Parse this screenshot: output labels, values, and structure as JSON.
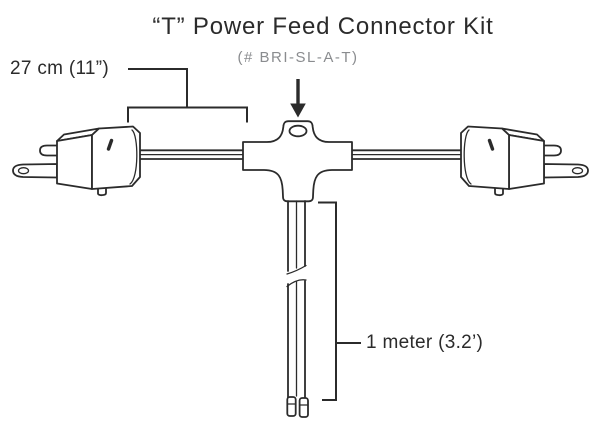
{
  "diagram": {
    "title": "“T” Power Feed Connector Kit",
    "part_number": "(# BRI-SL-A-T)",
    "labels": {
      "arm_length": "27 cm (11”)",
      "drop_length": "1 meter (3.2’)"
    },
    "colors": {
      "line": "#2b2b2b",
      "title_text": "#2b2b2b",
      "part_number_text": "#8a8c8f",
      "background": "#ffffff"
    },
    "icons": {
      "pointer": "down-arrow-icon"
    }
  }
}
